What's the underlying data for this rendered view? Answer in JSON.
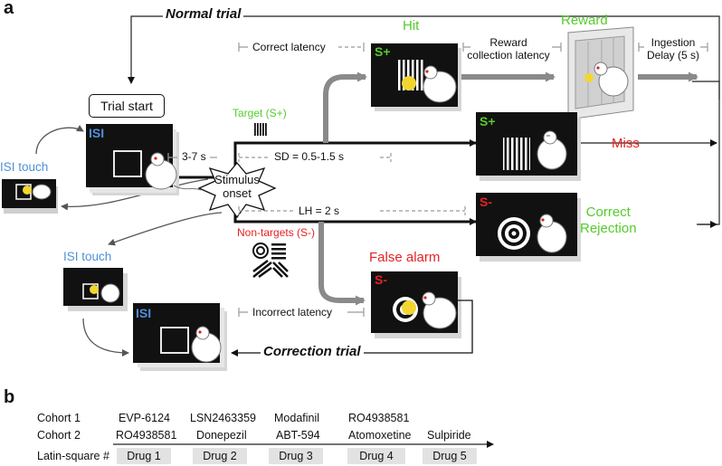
{
  "panel_a": {
    "label": "a",
    "normal_trial": "Normal trial",
    "correction_trial": "Correction trial",
    "trial_start": "Trial start",
    "isi_touch_top": "ISI touch",
    "isi_touch_bottom": "ISI touch",
    "isi_screen_top": "ISI",
    "isi_screen_bottom": "ISI",
    "isi_duration": "3-7 s",
    "stimulus_onset": [
      "Stimulus",
      "onset"
    ],
    "target": "Target (S+)",
    "non_targets": "Non-targets (S-)",
    "sd": "SD = 0.5-1.5 s",
    "lh": "LH = 2 s",
    "correct_latency": "Correct latency",
    "incorrect_latency": "Incorrect latency",
    "reward_collection_latency": [
      "Reward",
      "collection latency"
    ],
    "ingestion_delay": [
      "Ingestion",
      "Delay (5 s)"
    ],
    "outcomes": {
      "hit": "Hit",
      "reward": "Reward",
      "miss": "Miss",
      "correct_rejection": [
        "Correct",
        "Rejection"
      ],
      "false_alarm": "False alarm"
    },
    "screen_labels": {
      "hit": "S+",
      "miss": "S+",
      "correct_rejection": "S-",
      "false_alarm": "S-"
    },
    "colors": {
      "green": "#55cc2b",
      "red": "#e52222",
      "blue": "#4f8fd8",
      "gray_arrow": "#8a8a8a",
      "dashed": "#9a9a9a",
      "screen": "#111111"
    }
  },
  "panel_b": {
    "label": "b",
    "row_labels": {
      "cohort1": "Cohort 1",
      "cohort2": "Cohort 2",
      "latin": "Latin-square #"
    },
    "cohort1": [
      "EVP-6124",
      "LSN2463359",
      "Modafinil",
      "RO4938581",
      ""
    ],
    "cohort2": [
      "RO4938581",
      "Donepezil",
      "ABT-594",
      "Atomoxetine",
      "Sulpiride"
    ],
    "latin_square": [
      "Drug 1",
      "Drug 2",
      "Drug 3",
      "Drug 4",
      "Drug 5"
    ]
  }
}
